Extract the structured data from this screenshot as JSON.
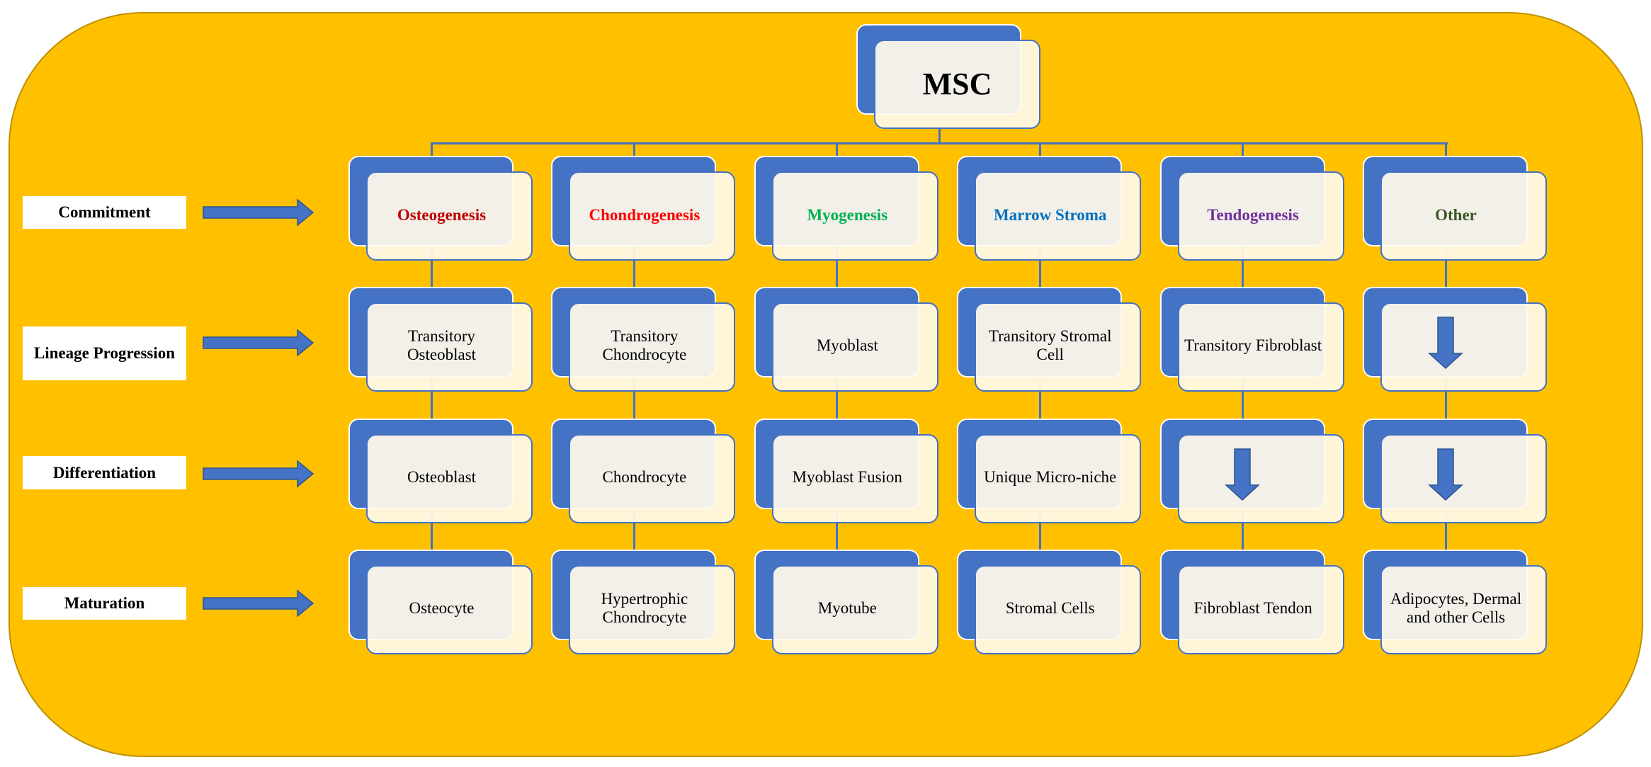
{
  "root": {
    "label": "MSC"
  },
  "stages": [
    {
      "label": "Commitment"
    },
    {
      "label": "Lineage Progression"
    },
    {
      "label": "Differentiation"
    },
    {
      "label": "Maturation"
    }
  ],
  "lineages": [
    {
      "name": "Osteogenesis",
      "color": "#C00000",
      "cells": [
        {
          "text": "Transitory Osteoblast"
        },
        {
          "text": "Osteoblast"
        },
        {
          "text": "Osteocyte"
        }
      ]
    },
    {
      "name": "Chondrogenesis",
      "color": "#FF0000",
      "cells": [
        {
          "text": "Transitory Chondrocyte"
        },
        {
          "text": "Chondrocyte"
        },
        {
          "text": "Hypertrophic Chondrocyte"
        }
      ]
    },
    {
      "name": "Myogenesis",
      "color": "#00B050",
      "cells": [
        {
          "text": "Myoblast"
        },
        {
          "text": "Myoblast Fusion"
        },
        {
          "text": "Myotube"
        }
      ]
    },
    {
      "name": "Marrow Stroma",
      "color": "#0070C0",
      "cells": [
        {
          "text": "Transitory Stromal Cell"
        },
        {
          "text": "Unique Micro-niche"
        },
        {
          "text": "Stromal Cells"
        }
      ]
    },
    {
      "name": "Tendogenesis",
      "color": "#7030A0",
      "cells": [
        {
          "text": "Transitory Fibroblast"
        },
        {
          "icon": "down-arrow-icon"
        },
        {
          "text": "Fibroblast Tendon"
        }
      ]
    },
    {
      "name": "Other",
      "color": "#385723",
      "cells": [
        {
          "icon": "down-arrow-icon"
        },
        {
          "icon": "down-arrow-icon"
        },
        {
          "text": "Adipocytes, Dermal and other Cells"
        }
      ]
    }
  ],
  "colors": {
    "background": "#FFC000",
    "box_blue": "#4472C4",
    "outline": "#BF9000"
  }
}
